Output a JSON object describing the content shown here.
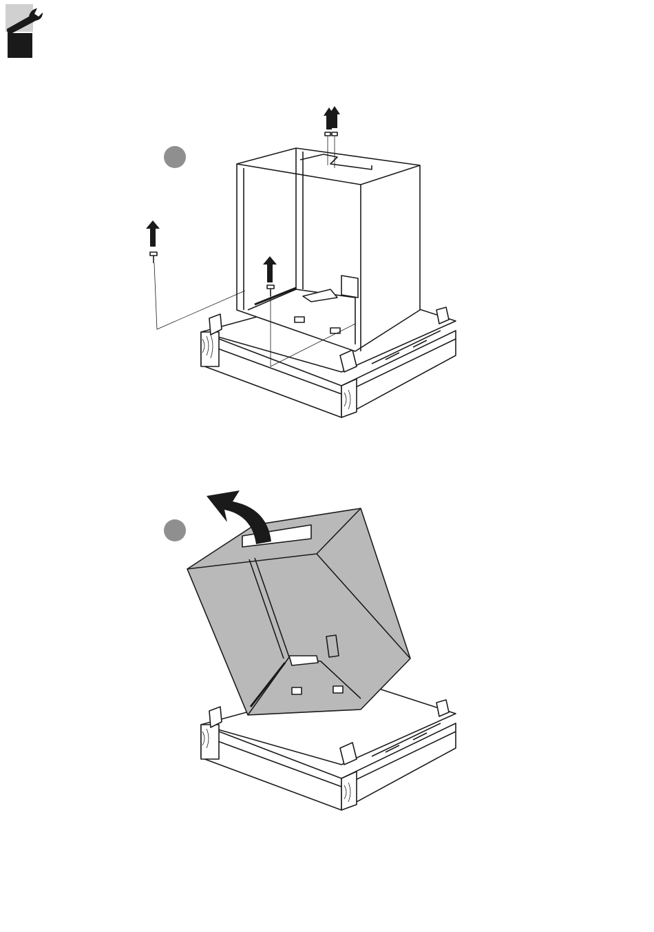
{
  "page": {
    "header_icon": "wrench-icon",
    "header_block_color": "#1a1a1a"
  },
  "steps": [
    {
      "id": "step-1",
      "badge_color": "#8f8f8f",
      "illustration": "remove-screws-from-housing-on-pallet",
      "icons": [
        "arrow-up-icon",
        "double-arrow-up-icon",
        "screw-icon"
      ]
    },
    {
      "id": "step-2",
      "badge_color": "#8f8f8f",
      "illustration": "tilt-housing-off-pallet",
      "icons": [
        "curved-arrow-icon"
      ]
    }
  ],
  "colors": {
    "line": "#1a1a1a",
    "housing_fill_step2": "#b9b9b9",
    "badge": "#8f8f8f"
  }
}
